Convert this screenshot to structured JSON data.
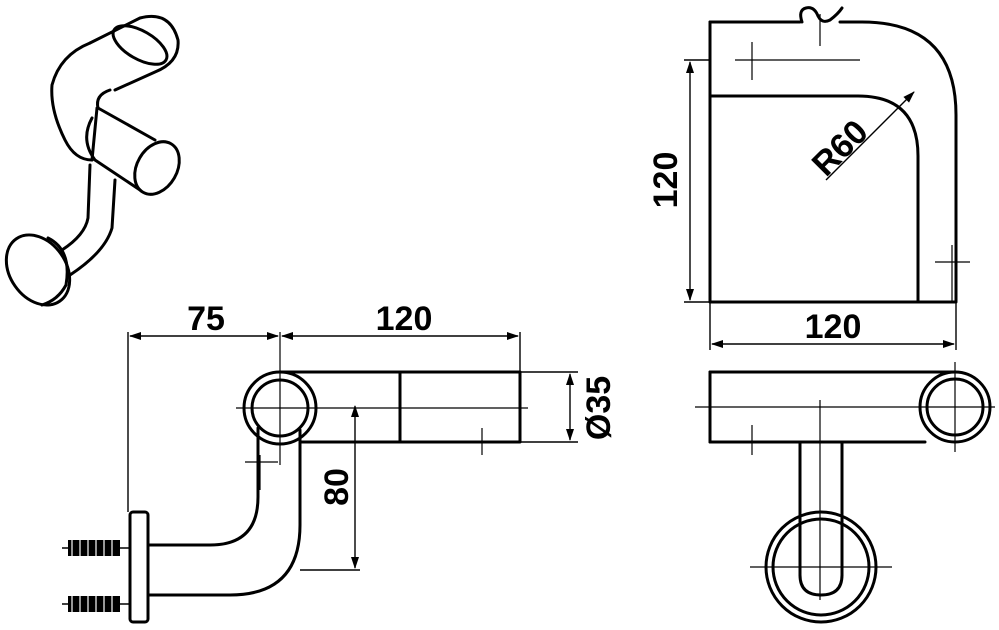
{
  "dimensions": {
    "side_length_75": "75",
    "side_length_120": "120",
    "side_height_80": "80",
    "diameter": "Ø35",
    "top_height_120": "120",
    "top_radius": "R60",
    "top_width_120": "120"
  },
  "colors": {
    "line": "#000000",
    "background": "#ffffff"
  }
}
